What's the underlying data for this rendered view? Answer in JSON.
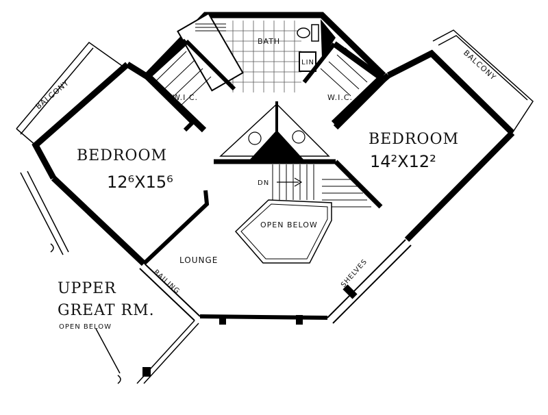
{
  "labels": {
    "bath": "BATH",
    "lin": "LIN",
    "wic_left": "W.I.C.",
    "wic_right": "W.I.C.",
    "balcony_left": "BALCONY",
    "balcony_right": "BALCONY",
    "bedroom_left": "BEDROOM",
    "bedroom_left_dim": "12⁶X15⁶",
    "bedroom_right": "BEDROOM",
    "bedroom_right_dim": "14²X12²",
    "dn": "DN",
    "open_below_center": "OPEN BELOW",
    "lounge": "LOUNGE",
    "railing": "RAILING",
    "shelves": "SHELVES",
    "great_room_line1": "UPPER",
    "great_room_line2": "GREAT RM.",
    "great_room_sub": "OPEN BELOW"
  }
}
